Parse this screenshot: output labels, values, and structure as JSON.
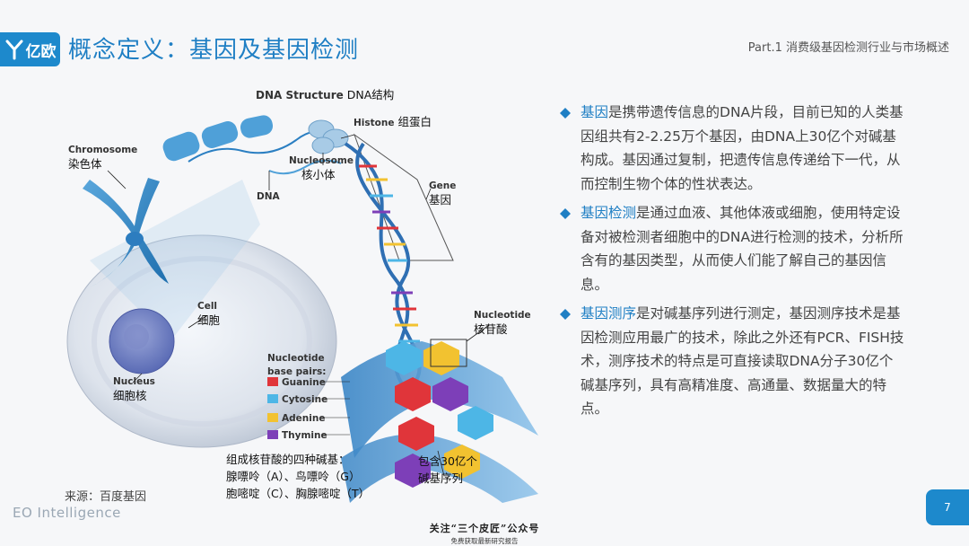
{
  "header": {
    "logo_text": "亿欧",
    "title": "概念定义：基因及基因检测",
    "part_label": "Part.1 消费级基因检测行业与市场概述"
  },
  "diagram": {
    "title_en": "DNA Structure",
    "title_cn": "DNA结构",
    "labels": {
      "chromosome_en": "Chromosome",
      "chromosome_cn": "染色体",
      "histone_en": "Histone",
      "histone_cn": "组蛋白",
      "nucleosome_en": "Nucleosome",
      "nucleosome_cn": "核小体",
      "dna": "DNA",
      "gene_en": "Gene",
      "gene_cn": "基因",
      "cell_en": "Cell",
      "cell_cn": "细胞",
      "nucleus_en": "Nucleus",
      "nucleus_cn": "细胞核",
      "nucleotide_en": "Nucleotide",
      "nucleotide_cn": "核苷酸",
      "base_pairs_title_line1": "Nucleotide",
      "base_pairs_title_line2": "base pairs:"
    },
    "base_pairs": [
      {
        "name": "Guanine",
        "color": "#e0353a"
      },
      {
        "name": "Cytosine",
        "color": "#4db6e6"
      },
      {
        "name": "Adenine",
        "color": "#f2c230"
      },
      {
        "name": "Thymine",
        "color": "#7d3fb8"
      }
    ],
    "bases_caption": {
      "line1": "组成核苷酸的四种碱基：",
      "line2": "腺嘌呤（A）、鸟嘌呤（G）",
      "line3": "胞嘧啶（C）、胸腺嘧啶（T）"
    },
    "sequence_caption": {
      "line1": "包含30亿个",
      "line2": "碱基序列"
    }
  },
  "bullets": [
    {
      "keyword": "基因",
      "text": "是携带遗传信息的DNA片段，目前已知的人类基因组共有2-2.25万个基因，由DNA上30亿个对碱基构成。基因通过复制，把遗传信息传递给下一代，从而控制生物个体的性状表达。"
    },
    {
      "keyword": "基因检测",
      "text": "是通过血液、其他体液或细胞，使用特定设备对被检测者细胞中的DNA进行检测的技术，分析所含有的基因类型，从而使人们能了解自己的基因信息。"
    },
    {
      "keyword": "基因测序",
      "text": "是对碱基序列进行测定，基因测序技术是基因检测应用最广的技术，除此之外还有PCR、FISH技术，测序技术的特点是可直接读取DNA分子30亿个碱基序列，具有高精准度、高通量、数据量大的特点。"
    }
  ],
  "footer": {
    "source": "来源：百度基因",
    "brand": "EO Intelligence",
    "page_number": "7",
    "stamp_line1": "关注“三个皮匠”公众号",
    "stamp_line2": "免费获取最新研究报告"
  },
  "colors": {
    "brand_blue": "#1d89cc",
    "title_blue": "#1f7fc4"
  }
}
